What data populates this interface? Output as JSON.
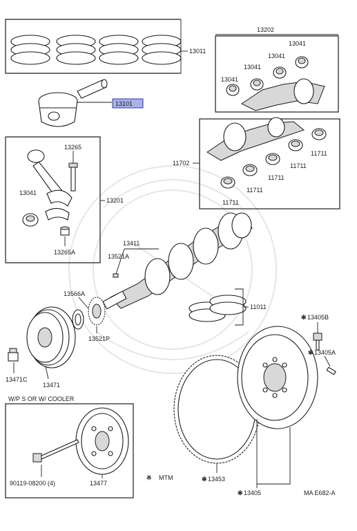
{
  "labels": {
    "p13011": "13011",
    "p13101": "13101",
    "p13202": "13202",
    "p13041_a": "13041",
    "p13041_b": "13041",
    "p13041_c": "13041",
    "p13041_d": "13041",
    "p13041_rod": "13041",
    "p11702": "11702",
    "p11711_a": "11711",
    "p11711_b": "11711",
    "p11711_c": "11711",
    "p11711_d": "11711",
    "p13265": "13265",
    "p13265A": "13265A",
    "p13201": "13201",
    "p13411": "13411",
    "p13521A": "13521A",
    "p13566A": "13566A",
    "p13521P": "13521P",
    "p11011": "11011",
    "p13405B": "13405B",
    "p13405A": "13405A",
    "p13471C": "13471C",
    "p13471": "13471",
    "p13477": "13477",
    "p90119": "90119-08200 (4)",
    "p13453": "13453",
    "p13405": "13405",
    "ps_cooler": "W/P S   OR   W/ COOLER",
    "mtm": "MTM",
    "ref": "MA E682-A"
  },
  "symbols": {
    "mtm_mark": "※",
    "star_mark": "✻"
  },
  "highlight_color": "#a9b3e8"
}
